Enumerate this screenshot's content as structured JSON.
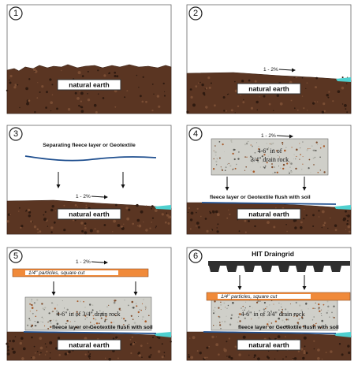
{
  "panels": [
    {
      "number": "1",
      "earth_label": "natural earth"
    },
    {
      "number": "2",
      "earth_label": "natural earth",
      "slope_label": "1 - 2%"
    },
    {
      "number": "3",
      "earth_label": "natural earth",
      "slope_label": "1 - 2%",
      "fleece_label": "Separating fleece layer or Geotextile"
    },
    {
      "number": "4",
      "earth_label": "natural earth",
      "slope_label": "1 - 2%",
      "rock_label_1": "4-6\" in of",
      "rock_label_2": "3/4\" drain rock",
      "fleece_flush_label": "fleece layer or Geotextile flush with soil"
    },
    {
      "number": "5",
      "earth_label": "natural earth",
      "slope_label": "1 - 2%",
      "particles_label": "1/4\" particles, square cut",
      "rock_label": "4-6\" in of 3/4\" drain rock",
      "fleece_flush_label": "fleece layer or Geotextile flush with soil"
    },
    {
      "number": "6",
      "earth_label": "natural earth",
      "grid_title": "HIT Draingrid",
      "particles_label": "1/4\" particles, square cut",
      "rock_label": "4-6\" in of 3/4\" drain rock",
      "fleece_flush_label": "fleece layer or Geotextile flush with soil"
    }
  ],
  "colors": {
    "earth": "#5a3522",
    "earth_dark": "#3b2114",
    "rock": "#cfcfc9",
    "particles": "#f08a3a",
    "fleece": "#1f4f8f",
    "accent": "#4fd0cf",
    "draingrid": "#2f2f2f"
  }
}
